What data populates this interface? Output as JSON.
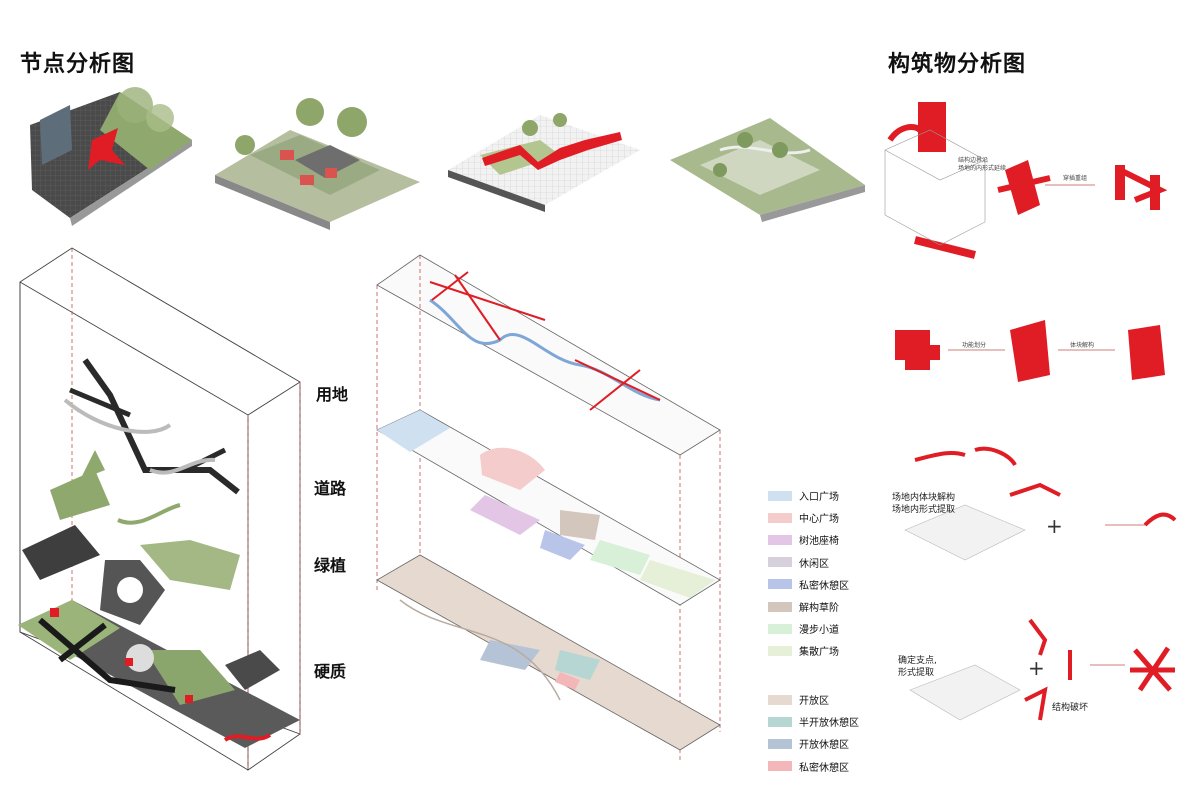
{
  "titles": {
    "left": "节点分析图",
    "right": "构筑物分析图"
  },
  "layers": [
    "用地",
    "道路",
    "绿植",
    "硬质"
  ],
  "legend_group1": [
    {
      "label": "入口广场",
      "color": "#cfe0f1"
    },
    {
      "label": "中心广场",
      "color": "#f4cccc"
    },
    {
      "label": "树池座椅",
      "color": "#e3c6e6"
    },
    {
      "label": "休闲区",
      "color": "#d6d0dc"
    },
    {
      "label": "私密休憩区",
      "color": "#b9c5e8"
    },
    {
      "label": "解构草阶",
      "color": "#d3c7bd"
    },
    {
      "label": "漫步小道",
      "color": "#d8efd8"
    },
    {
      "label": "集散广场",
      "color": "#e6efd8"
    }
  ],
  "legend_group2": [
    {
      "label": "开放区",
      "color": "#e6d9cf"
    },
    {
      "label": "半开放休憩区",
      "color": "#b5d6d2"
    },
    {
      "label": "开放休憩区",
      "color": "#b5c3d6"
    },
    {
      "label": "私密休憩区",
      "color": "#f3b7b9"
    }
  ],
  "annotations": {
    "a1": "结构边界沿\n场地的内形式延续",
    "a2": "穿插重组",
    "a3": "功能划分",
    "a4": "体块解构",
    "a5": "场地内体块解构\n场地内形式提取",
    "a6": "确定支点,\n形式提取",
    "a7": "结构破坏",
    "plus1": "+",
    "plus2": "+"
  },
  "colors": {
    "accent": "#e01c24",
    "dark_red": "#a5121a",
    "green": "#8fa86e",
    "dashed": "#c0504d"
  }
}
